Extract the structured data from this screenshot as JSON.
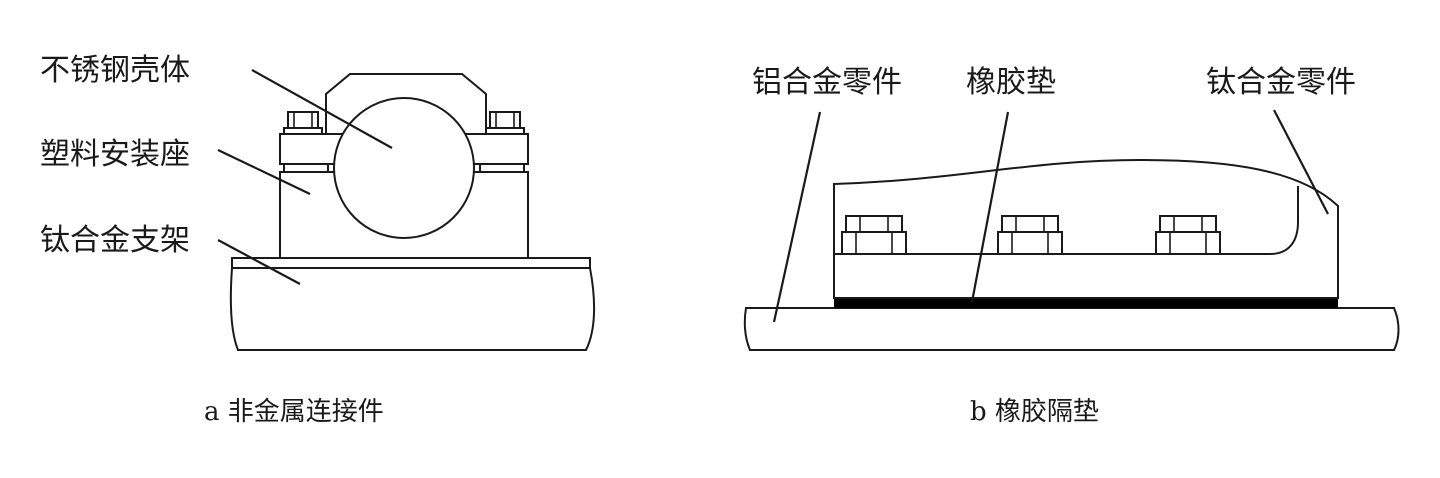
{
  "figure_a": {
    "labels": {
      "shell": "不锈钢壳体",
      "seat": "塑料安装座",
      "bracket": "钛合金支架"
    },
    "caption": "a 非金属连接件"
  },
  "figure_b": {
    "labels": {
      "aluminum_part": "铝合金零件",
      "rubber_pad": "橡胶垫",
      "titanium_part": "钛合金零件"
    },
    "caption": "b 橡胶隔垫"
  },
  "colors": {
    "line": "#1a1a1a",
    "rubber": "#000000",
    "background": "#ffffff"
  }
}
